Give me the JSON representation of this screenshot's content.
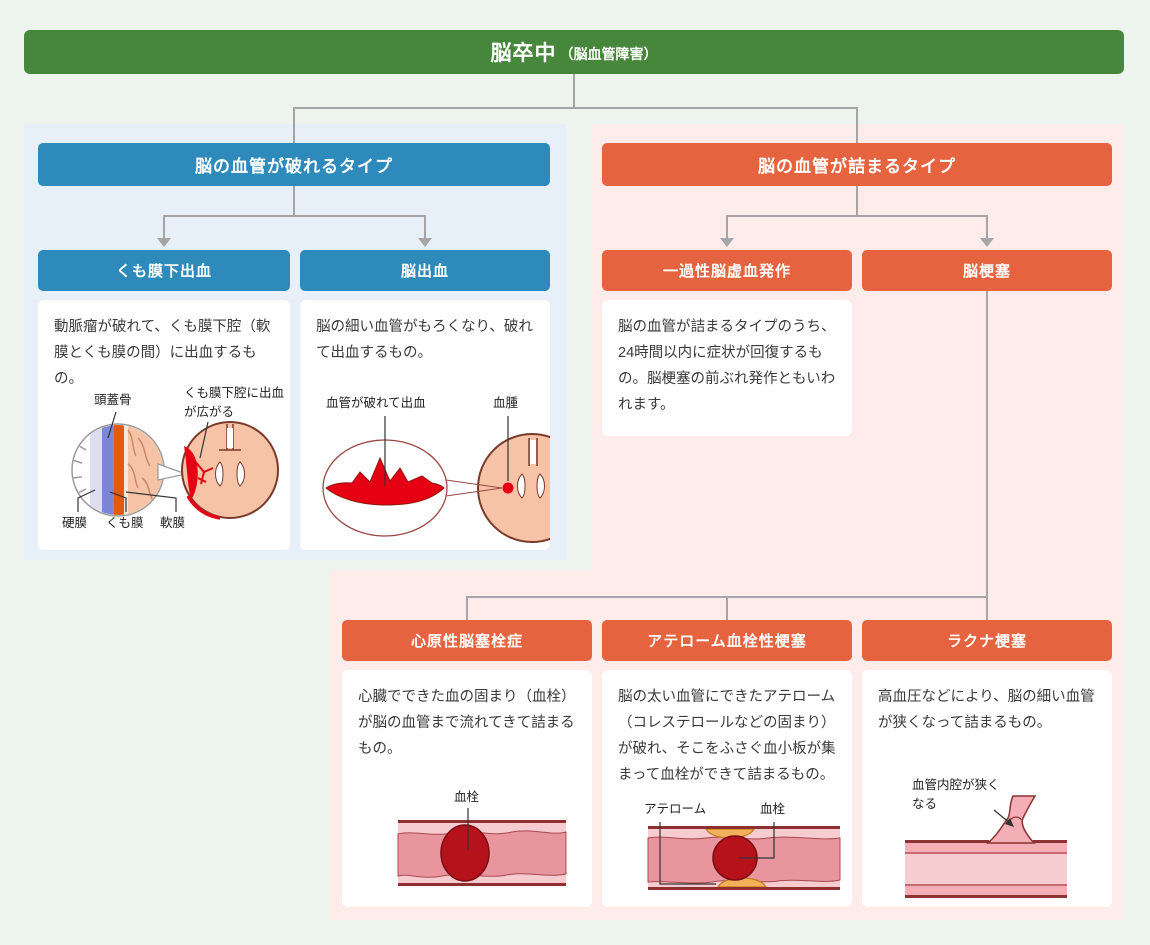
{
  "root": {
    "title": "脳卒中",
    "subtitle": "（脳血管障害）"
  },
  "left_branch": {
    "title": "脳の血管が破れるタイプ",
    "children": [
      {
        "title": "くも膜下出血",
        "body": "動脈瘤が破れて、くも膜下腔（軟膜とくも膜の間）に出血するもの。",
        "labels": {
          "skull": "頭蓋骨",
          "spread": "くも膜下腔に出血が広がる",
          "dura": "硬膜",
          "arachnoid": "くも膜",
          "pia": "軟膜"
        }
      },
      {
        "title": "脳出血",
        "body": "脳の細い血管がもろくなり、破れて出血するもの。",
        "labels": {
          "rupture": "血管が破れて出血",
          "hematoma": "血腫"
        }
      }
    ]
  },
  "right_branch": {
    "title": "脳の血管が詰まるタイプ",
    "children": [
      {
        "title": "一過性脳虚血発作",
        "body": "脳の血管が詰まるタイプのうち、24時間以内に症状が回復するもの。脳梗塞の前ぶれ発作ともいわれます。"
      },
      {
        "title": "脳梗塞",
        "children": [
          {
            "title": "心原性脳塞栓症",
            "body": "心臓でできた血の固まり（血栓）が脳の血管まで流れてきて詰まるもの。",
            "labels": {
              "thrombus": "血栓"
            }
          },
          {
            "title": "アテローム血栓性梗塞",
            "body": "脳の太い血管にできたアテローム（コレステロールなどの固まり）が破れ、そこをふさぐ血小板が集まって血栓ができて詰まるもの。",
            "labels": {
              "atheroma": "アテローム",
              "thrombus": "血栓"
            }
          },
          {
            "title": "ラクナ梗塞",
            "body": "高血圧などにより、脳の細い血管が狭くなって詰まるもの。",
            "labels": {
              "narrowing": "血管内腔が狭くなる"
            }
          }
        ]
      }
    ]
  },
  "colors": {
    "root_green": "#47873b",
    "rupture_blue": "#2d8aba",
    "blockage_orange": "#e5633f",
    "rupture_panel_bg": "#e7f0f8",
    "blockage_panel_bg": "#fdecea",
    "page_background": "#edf3ed",
    "connector_gray": "#a5a5a5",
    "blood_red": "#e60013",
    "clot_dark_red": "#b5121c"
  }
}
